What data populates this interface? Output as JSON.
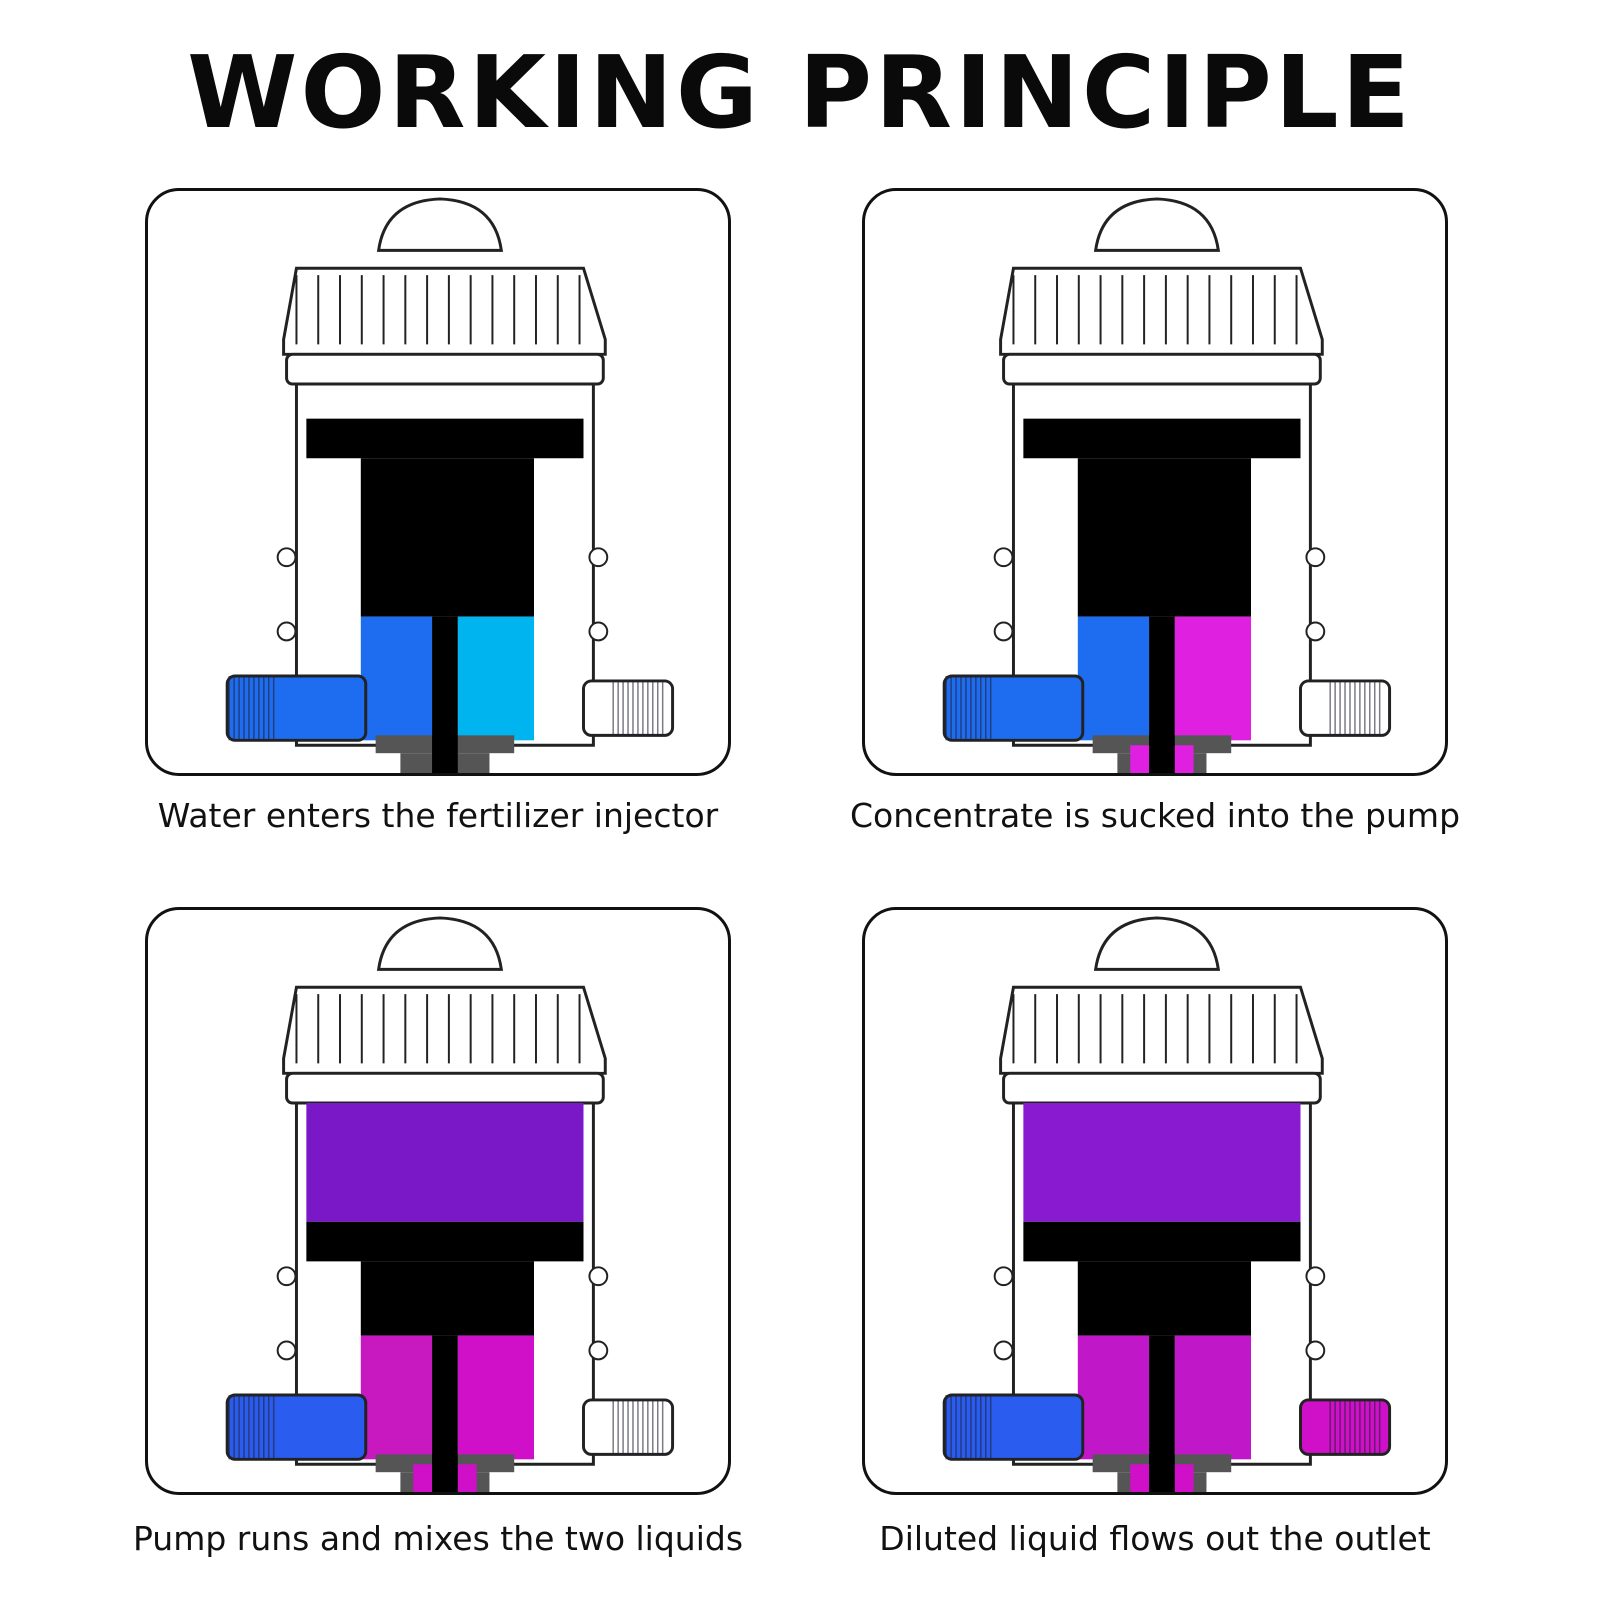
{
  "title": "WORKING PRINCIPLE",
  "steps": [
    {
      "caption": "Water enters the fertilizer injector",
      "colors": {
        "upper": null,
        "lower_left": "#1e6cf0",
        "lower_right": "#00b4f0",
        "inlet": "#1e6cf0",
        "outlet": "#ffffff",
        "stem": null
      }
    },
    {
      "caption": "Concentrate is sucked into the pump",
      "colors": {
        "upper": null,
        "lower_left": "#1e6cf0",
        "lower_right": "#e020e0",
        "inlet": "#1e6cf0",
        "outlet": "#ffffff",
        "stem": "#e020e0"
      }
    },
    {
      "caption": "Pump runs and mixes the two liquids",
      "colors": {
        "upper": "#7a18c8",
        "lower_left": "#c818c0",
        "lower_right": "#d010c8",
        "inlet": "#2a5cf0",
        "outlet": "#ffffff",
        "stem": "#d010c8"
      }
    },
    {
      "caption": "Diluted liquid flows out the outlet",
      "colors": {
        "upper": "#8a1ad0",
        "lower_left": "#c018c8",
        "lower_right": "#c018c8",
        "inlet": "#2a5cf0",
        "outlet": "#d010c8",
        "stem": "#d010c8"
      }
    }
  ]
}
